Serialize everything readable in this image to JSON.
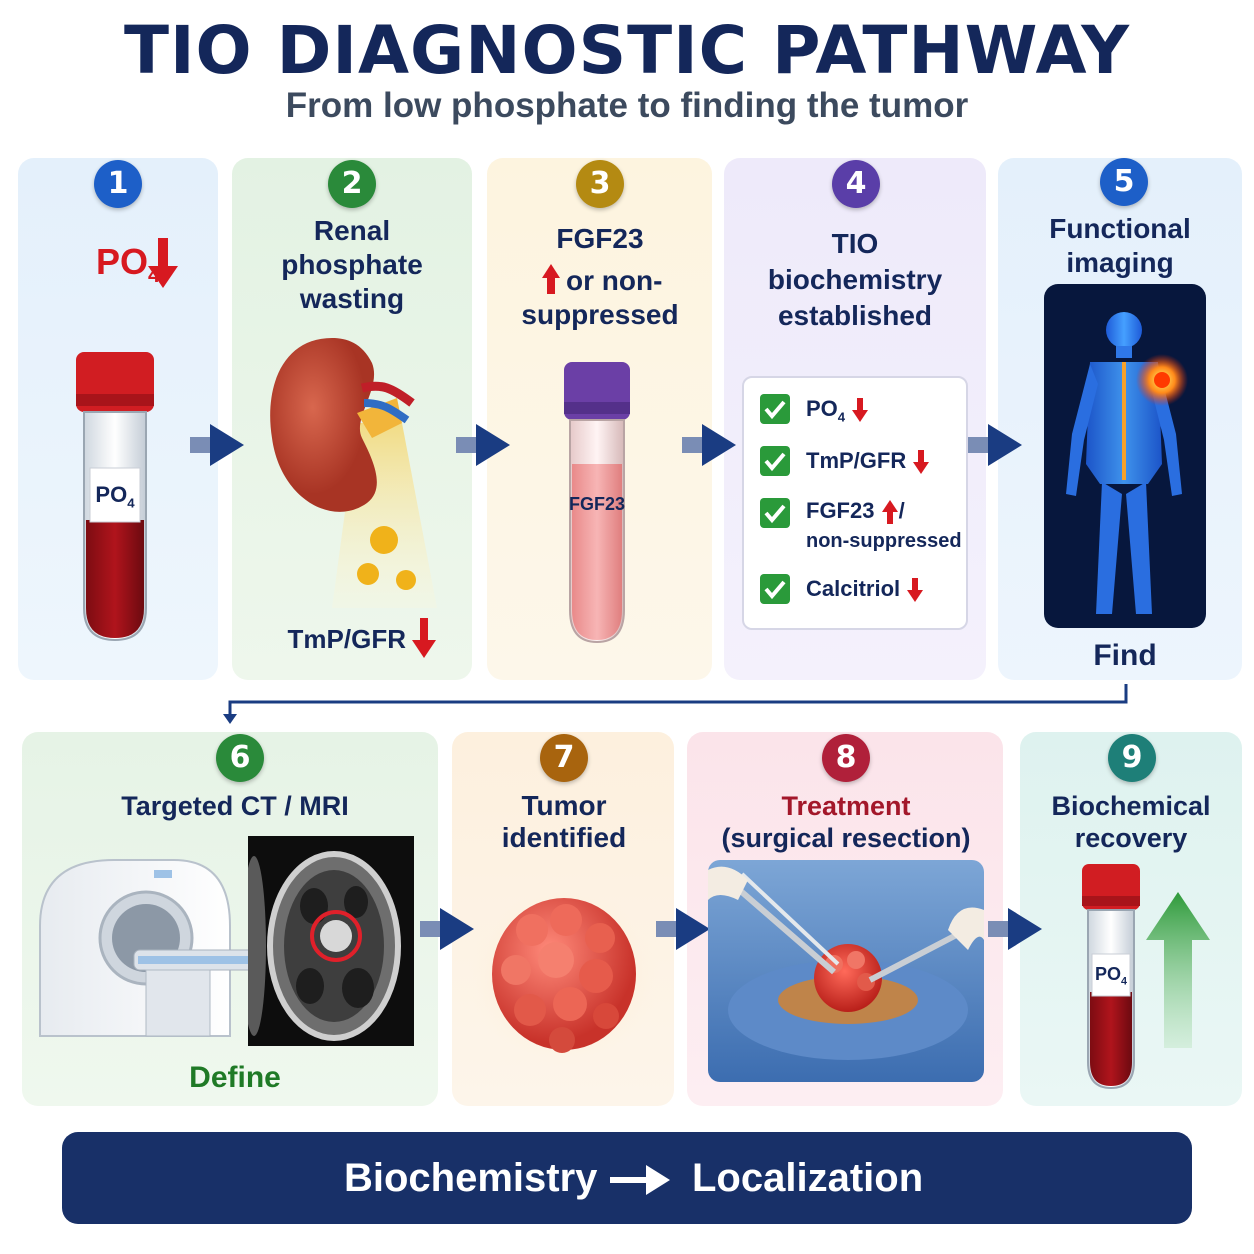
{
  "header": {
    "title": "TIO DIAGNOSTIC PATHWAY",
    "subtitle": "From low phosphate to finding the tumor"
  },
  "steps": [
    {
      "num": "1",
      "label": "PO",
      "label_sub": "4",
      "tube_label": "PO",
      "tube_sub": "4",
      "badge_color": "#1d5fc8"
    },
    {
      "num": "2",
      "label_lines": [
        "Renal",
        "phosphate",
        "wasting"
      ],
      "caption": "TmP/GFR",
      "badge_color": "#2a8a3a"
    },
    {
      "num": "3",
      "label_lines": [
        "FGF23",
        "or non-",
        "suppressed"
      ],
      "tube_label": "FGF23",
      "badge_color": "#b48a12"
    },
    {
      "num": "4",
      "label_lines": [
        "TIO",
        "biochemistry",
        "established"
      ],
      "badge_color": "#5a3ea8",
      "checklist": [
        {
          "text": "PO",
          "sub": "4",
          "arrow": "down"
        },
        {
          "text": "TmP/GFR",
          "arrow": "down"
        },
        {
          "text": "FGF23",
          "arrow": "up",
          "text2": "non-suppressed"
        },
        {
          "text": "Calcitriol",
          "arrow": "down"
        }
      ]
    },
    {
      "num": "5",
      "label_lines": [
        "Functional",
        "imaging"
      ],
      "caption": "Find",
      "badge_color": "#1d5fc8"
    },
    {
      "num": "6",
      "label": "Targeted CT / MRI",
      "caption": "Define",
      "badge_color": "#2a8a3a"
    },
    {
      "num": "7",
      "label_lines": [
        "Tumor",
        "identified"
      ],
      "badge_color": "#a8640e"
    },
    {
      "num": "8",
      "label_lines": [
        "Treatment",
        "(surgical resection)"
      ],
      "badge_color": "#b0203a"
    },
    {
      "num": "9",
      "label_lines": [
        "Biochemical",
        "recovery"
      ],
      "tube_label": "PO",
      "tube_sub": "4",
      "badge_color": "#1e7f78"
    }
  ],
  "footer": {
    "left": "Biochemistry",
    "right": "Localization"
  },
  "colors": {
    "navy": "#14275a",
    "down_arrow": "#d71920",
    "up_arrow_green": "#2e9a3a",
    "check_green": "#2a9a3a"
  }
}
